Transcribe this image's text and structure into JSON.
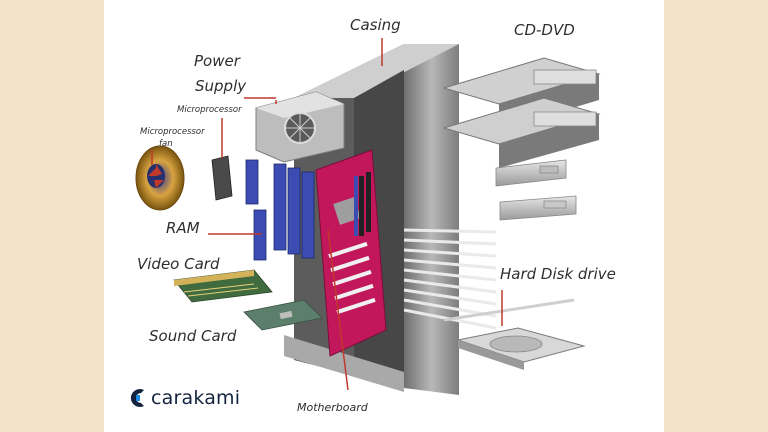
{
  "labels": {
    "casing": "Casing",
    "cd_dvd": "CD-DVD",
    "power": "Power",
    "supply": "Supply",
    "microprocessor": "Microprocessor",
    "microprocessor_fan_line1": "Microprocessor",
    "microprocessor_fan_line2": "fan",
    "ram": "RAM",
    "video_card": "Video Card",
    "sound_card": "Sound Card",
    "hard_disk_drive": "Hard Disk drive",
    "motherboard": "Motherboard"
  },
  "brand": {
    "name": "carakami"
  },
  "colors": {
    "background": "#f3e3c6",
    "panel": "#ffffff",
    "leader_line": "#c0392b",
    "motherboard": "#c2185b",
    "ram": "#3b4db3",
    "brand_text": "#14233f",
    "brand_accent": "#1e88e5"
  }
}
